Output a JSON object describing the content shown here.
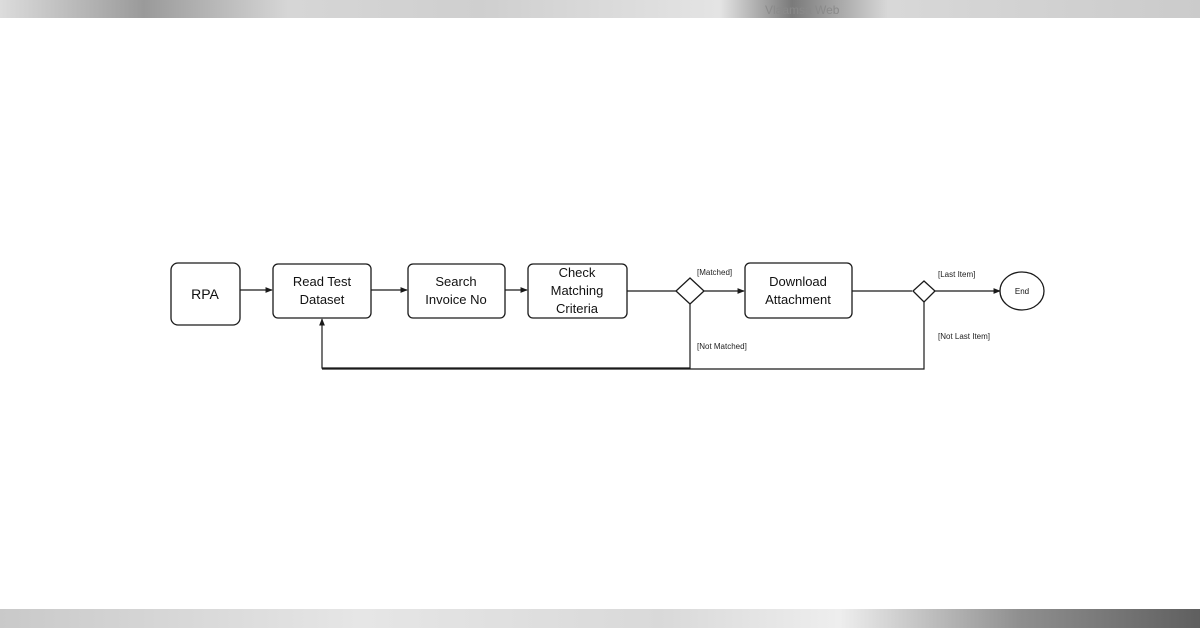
{
  "nodes": {
    "rpa": {
      "label": [
        "RPA"
      ]
    },
    "read": {
      "label": [
        "Read Test",
        "Dataset"
      ]
    },
    "search": {
      "label": [
        "Search",
        "Invoice No"
      ]
    },
    "check": {
      "label": [
        "Check",
        "Matching",
        "Criteria"
      ]
    },
    "download": {
      "label": [
        "Download",
        "Attachment"
      ]
    },
    "end": {
      "label": [
        "End"
      ]
    }
  },
  "edge_labels": {
    "matched": "[Matched]",
    "not_matched": "[Not Matched]",
    "last_item": "[Last Item]",
    "not_last_item": "[Not Last Item]"
  },
  "background": {
    "top_text": "Vlaamsa   Web"
  }
}
